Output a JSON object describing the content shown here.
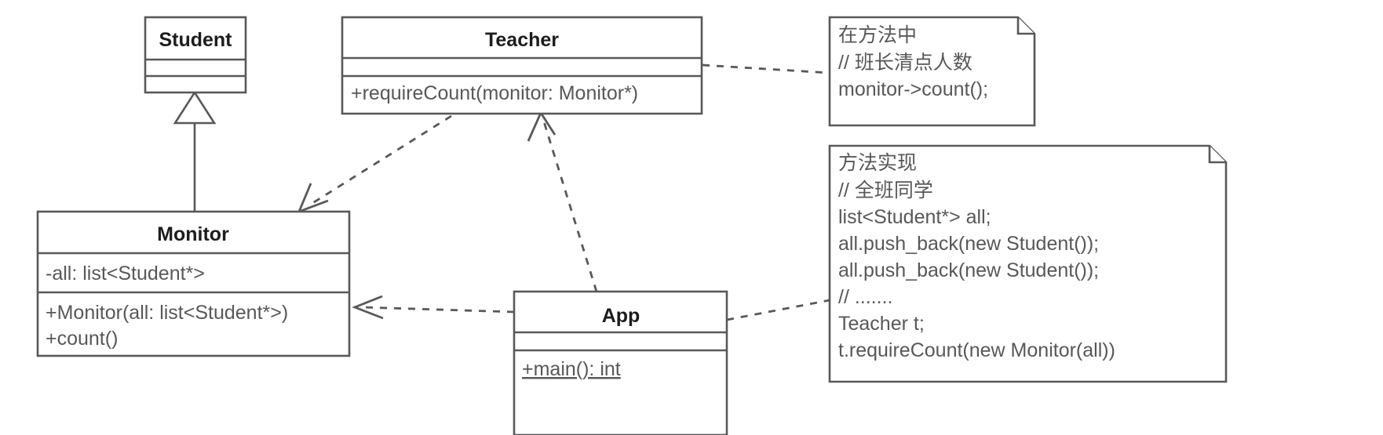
{
  "diagram": {
    "kind": "uml-class-diagram",
    "background_color": "#ffffff",
    "line_color": "#59595b",
    "text_color": "#58585a",
    "title_color": "#1d1d1f"
  },
  "classes": {
    "student": {
      "name": "Student",
      "attributes": [],
      "operations": []
    },
    "teacher": {
      "name": "Teacher",
      "attributes": [],
      "operations": [
        "+requireCount(monitor: Monitor*)"
      ]
    },
    "monitor": {
      "name": "Monitor",
      "attributes": [
        "-all: list<Student*>"
      ],
      "operations": [
        "+Monitor(all: list<Student*>)",
        "+count()"
      ]
    },
    "app": {
      "name": "App",
      "attributes": [],
      "operations": [
        "+main(): int"
      ]
    }
  },
  "notes": {
    "note_top": {
      "lines": [
        "在方法中",
        "// 班长清点人数",
        "monitor->count();"
      ]
    },
    "note_bottom": {
      "lines": [
        "方法实现",
        "// 全班同学",
        "list<Student*> all;",
        "all.push_back(new Student());",
        "all.push_back(new Student());",
        "// .......",
        "Teacher t;",
        "t.requireCount(new Monitor(all))"
      ]
    }
  },
  "relationships": [
    {
      "id": "monitor-extends-student",
      "from": "monitor",
      "to": "student",
      "style": "solid",
      "head": "hollow-triangle",
      "label": ""
    },
    {
      "id": "teacher-depends-monitor",
      "from": "teacher",
      "to": "monitor",
      "style": "dashed",
      "head": "open-arrow",
      "label": ""
    },
    {
      "id": "app-depends-teacher",
      "from": "app",
      "to": "teacher",
      "style": "dashed",
      "head": "open-arrow",
      "label": ""
    },
    {
      "id": "app-depends-monitor",
      "from": "app",
      "to": "monitor",
      "style": "dashed",
      "head": "open-arrow",
      "label": ""
    },
    {
      "id": "teacher-note-link",
      "from": "teacher",
      "to": "note_top",
      "style": "dashed",
      "head": "none",
      "label": ""
    },
    {
      "id": "app-note-link",
      "from": "app",
      "to": "note_bottom",
      "style": "dashed",
      "head": "none",
      "label": ""
    }
  ]
}
